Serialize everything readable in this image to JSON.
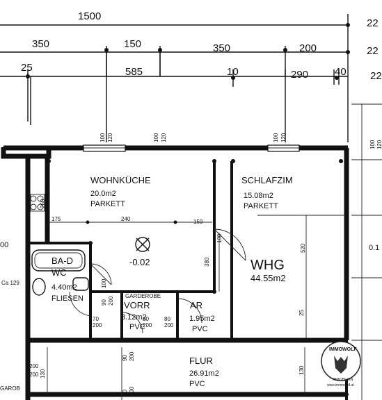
{
  "dimensions": {
    "top": [
      "1500",
      "22"
    ],
    "row2": [
      "350",
      "150",
      "350",
      "200",
      "22"
    ],
    "row3": [
      "25",
      "585",
      "10",
      "290",
      "40",
      "22"
    ],
    "wall_openings": [
      "100",
      "120",
      "100",
      "120",
      "100",
      "120",
      "100",
      "120"
    ],
    "interior": [
      "260",
      "175",
      "240",
      "150",
      "380",
      "520",
      "25",
      "130",
      "70",
      "200",
      "90",
      "200",
      "80",
      "200",
      "80",
      "200",
      "90",
      "200",
      "130",
      "200",
      "90",
      "200",
      "200",
      "100",
      "100",
      "0.1"
    ]
  },
  "rooms": {
    "wohnkueche": {
      "name": "WOHNKÜCHE",
      "area": "20.0m2",
      "floor": "PARKETT"
    },
    "schlafzimmer": {
      "name": "SCHLAFZIM",
      "area": "15.08m2",
      "floor": "PARKETT"
    },
    "bad": {
      "name": "BA-D",
      "sub": "WC",
      "area": "4.40m2",
      "floor": "FLIESEN"
    },
    "vorraum": {
      "name": "VORR",
      "area": "3.12m2",
      "floor": "PVC"
    },
    "garderobe": {
      "name": "GARDEROBE"
    },
    "abstellraum": {
      "name": "AR",
      "area": "1.95m2",
      "floor": "PVC"
    },
    "flur": {
      "name": "FLUR",
      "area": "26.91m2",
      "floor": "PVC"
    }
  },
  "unit": {
    "label": "WHG",
    "area": "44.55m2"
  },
  "level_marker": "-0.02",
  "left_edge": {
    "ca": "Ca 129",
    "dim": "00",
    "gar": "GAROB"
  },
  "watermark": {
    "name": "IMMOWOLF",
    "sub": "IMMOBILIEN",
    "url": "www.immowolf.at"
  }
}
